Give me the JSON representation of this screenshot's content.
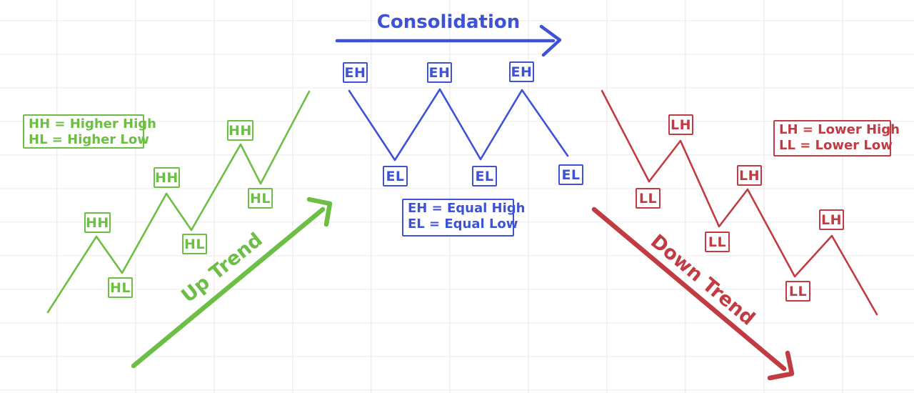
{
  "canvas": {
    "background": "#ffffff",
    "grid_color": "#f1eeec"
  },
  "colors": {
    "uptrend_green": "#6cbe44",
    "consolidation_blue": "#3d52d5",
    "downtrend_red": "#c23b42"
  },
  "uptrend": {
    "title": "Up Trend",
    "legend_lines": [
      "HH = Higher High",
      "HL = Higher Low"
    ],
    "markers": [
      {
        "text": "HH"
      },
      {
        "text": "HL"
      },
      {
        "text": "HH"
      },
      {
        "text": "HL"
      },
      {
        "text": "HH"
      },
      {
        "text": "HL"
      }
    ]
  },
  "consolidation": {
    "title": "Consolidation",
    "legend_lines": [
      "EH = Equal High",
      "EL = Equal Low"
    ],
    "markers": [
      {
        "text": "EH"
      },
      {
        "text": "EH"
      },
      {
        "text": "EH"
      },
      {
        "text": "EL"
      },
      {
        "text": "EL"
      },
      {
        "text": "EL"
      }
    ]
  },
  "downtrend": {
    "title": "Down Trend",
    "legend_lines": [
      "LH = Lower High",
      "LL = Lower Low"
    ],
    "markers": [
      {
        "text": "LH"
      },
      {
        "text": "LH"
      },
      {
        "text": "LH"
      },
      {
        "text": "LL"
      },
      {
        "text": "LL"
      },
      {
        "text": "LL"
      }
    ]
  }
}
